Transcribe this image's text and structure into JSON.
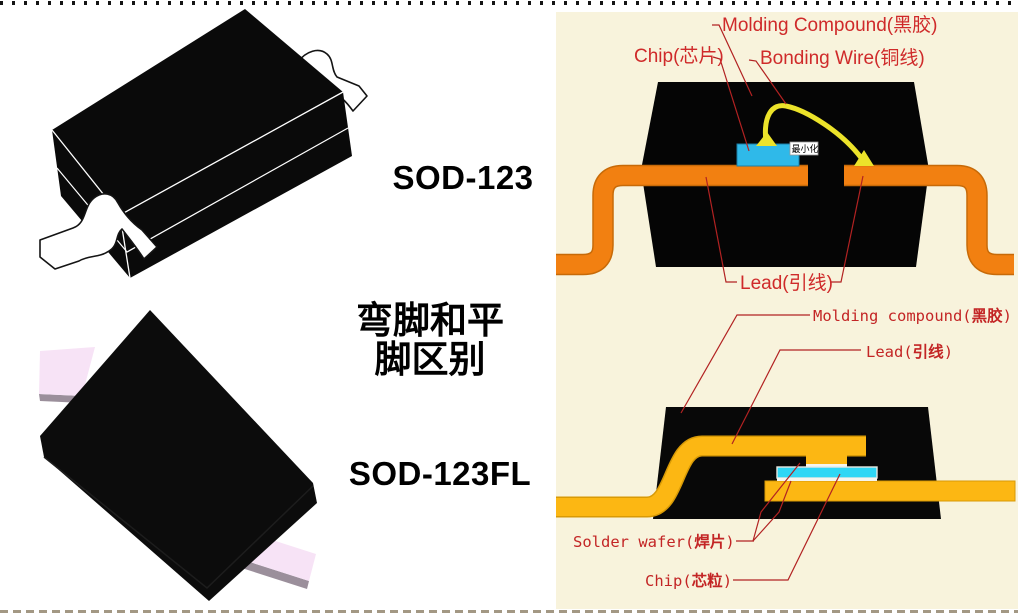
{
  "left": {
    "sod123_label": "SOD-123",
    "note_line1": "弯脚和平",
    "note_line2": "脚区别",
    "sod123fl_label": "SOD-123FL"
  },
  "right": {
    "top_diagram": {
      "molding_label": "Molding Compound(黑胶)",
      "chip_label": "Chip(芯片)",
      "bonding_wire_label": "Bonding Wire(铜线)",
      "lead_label": "Lead(引线)",
      "tooltip": "最小化"
    },
    "bottom_diagram": {
      "molding_en": "Molding compound(",
      "molding_zh": "黑胶",
      "lead_en": "Lead(",
      "lead_zh": "引线",
      "solder_en": "Solder wafer(",
      "solder_zh": "焊片",
      "chip_en": "Chip(",
      "chip_zh": "芯粒",
      "paren_close": ")"
    }
  },
  "colors": {
    "panel_bg": "#f8f3dc",
    "label_red": "#cf2a2a",
    "leader_red": "#b22222",
    "lead_orange": "#f28011",
    "lead_orange_dark": "#c76a08",
    "lead_gold": "#fcb713",
    "lead_gold_dark": "#d89a06",
    "chip_cyan": "#2fb9e9",
    "chip_cyan_bright": "#2fd7f5",
    "wire_yellow": "#ece32a",
    "body_black": "#070707",
    "fl_lead_pink": "#f7e3f6"
  }
}
